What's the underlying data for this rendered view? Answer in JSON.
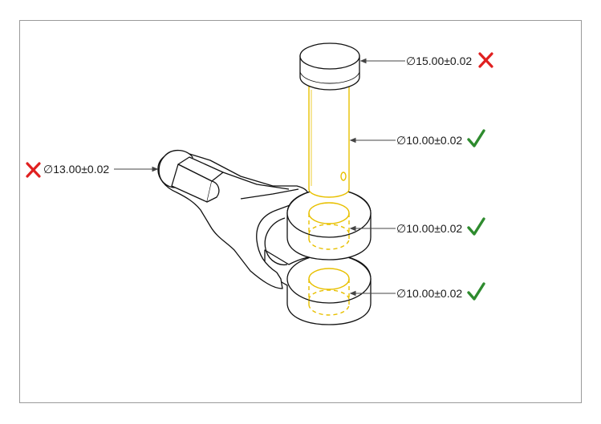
{
  "colors": {
    "pass": "#2e8b2e",
    "fail": "#e02020",
    "highlight": "#e8c000",
    "line": "#111111",
    "border": "#9a9a9a"
  },
  "dimensions": {
    "head": {
      "label": "∅15.00±0.02",
      "status": "fail",
      "status_icon": "cross-icon"
    },
    "pin": {
      "label": "∅10.00±0.02",
      "status": "pass",
      "status_icon": "check-icon"
    },
    "upper_bore": {
      "label": "∅10.00±0.02",
      "status": "pass",
      "status_icon": "check-icon"
    },
    "lower_bore": {
      "label": "∅10.00±0.02",
      "status": "pass",
      "status_icon": "check-icon"
    },
    "shaft": {
      "label": "∅13.00±0.02",
      "status": "fail",
      "status_icon": "cross-icon"
    }
  }
}
